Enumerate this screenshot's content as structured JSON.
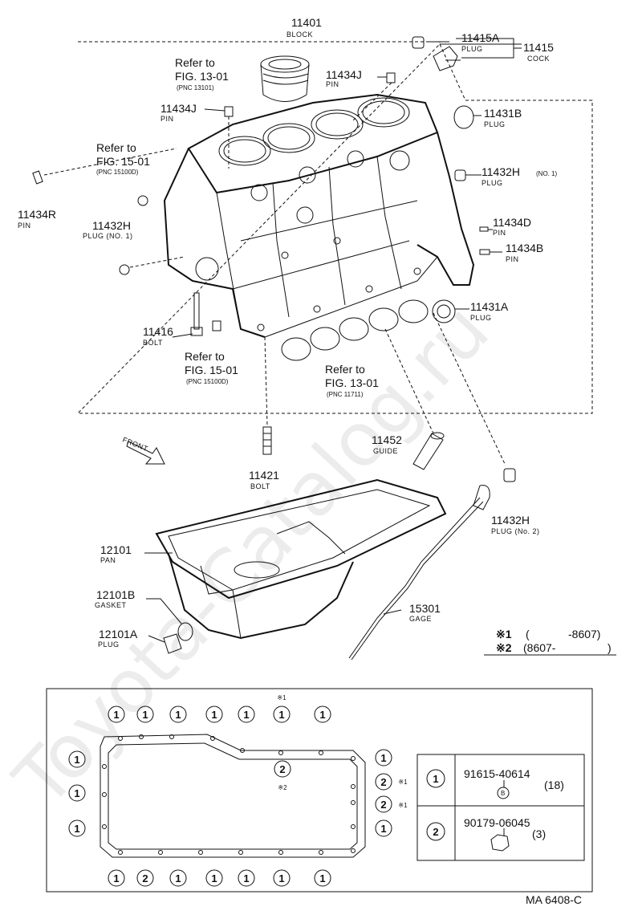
{
  "block_assembly": {
    "part_11401": {
      "num": "11401",
      "name": "BLOCK"
    },
    "part_11415A": {
      "num": "11415A",
      "name": "PLUG"
    },
    "part_11415": {
      "num": "11415",
      "name": "COCK"
    },
    "part_11434J_top": {
      "num": "11434J",
      "name": "PIN"
    },
    "part_11434J_left": {
      "num": "11434J",
      "name": "PIN"
    },
    "part_11431B": {
      "num": "11431B",
      "name": "PLUG"
    },
    "part_11432H_right": {
      "num": "11432H",
      "name": "PLUG",
      "note": "(NO. 1)"
    },
    "part_11434R": {
      "num": "11434R",
      "name": "PIN"
    },
    "part_11432H_left": {
      "num": "11432H",
      "name": "PLUG (NO. 1)"
    },
    "part_11434D": {
      "num": "11434D",
      "name": "PIN"
    },
    "part_11434B": {
      "num": "11434B",
      "name": "PIN"
    },
    "part_11431A": {
      "num": "11431A",
      "name": "PLUG"
    },
    "part_11416": {
      "num": "11416",
      "name": "BOLT"
    },
    "ref_piston": {
      "line1": "Refer to",
      "line2": "FIG. 13-01",
      "line3": "(PNC 13101)"
    },
    "ref_left": {
      "line1": "Refer to",
      "line2": "FIG. 15-01",
      "line3": "(PNC 15100D)"
    },
    "ref_bottom_left": {
      "line1": "Refer to",
      "line2": "FIG. 15-01",
      "line3": "(PNC 15100D)"
    },
    "ref_bearing": {
      "line1": "Refer to",
      "line2": "FIG. 13-01",
      "line3": "(PNC 11711)"
    }
  },
  "lower_parts": {
    "front_label": "FRONT",
    "part_11452": {
      "num": "11452",
      "name": "GUIDE"
    },
    "part_11421": {
      "num": "11421",
      "name": "BOLT"
    },
    "part_11432H_bottom": {
      "num": "11432H",
      "name": "PLUG (No. 2)"
    },
    "part_12101": {
      "num": "12101",
      "name": "PAN"
    },
    "part_12101B": {
      "num": "12101B",
      "name": "GASKET"
    },
    "part_12101A": {
      "num": "12101A",
      "name": "PLUG"
    },
    "part_15301": {
      "num": "15301",
      "name": "GAGE"
    }
  },
  "legend": {
    "row1": {
      "mark": "※1",
      "open": "(",
      "range": "-8607)"
    },
    "row2": {
      "mark": "※2",
      "range": "(8607-",
      "close": ")"
    }
  },
  "bolt_table": {
    "row1": {
      "key": "1",
      "part": "91615-40614",
      "qty": "(18)",
      "head_mark": "B"
    },
    "row2": {
      "key": "2",
      "part": "90179-06045",
      "qty": "(3)"
    }
  },
  "bolt_circles": {
    "one": "1",
    "two": "2",
    "mark1": "※1",
    "mark2": "※2"
  },
  "figure_code": "MA 6408-C",
  "watermark": "Toyota-Catalog.ru"
}
